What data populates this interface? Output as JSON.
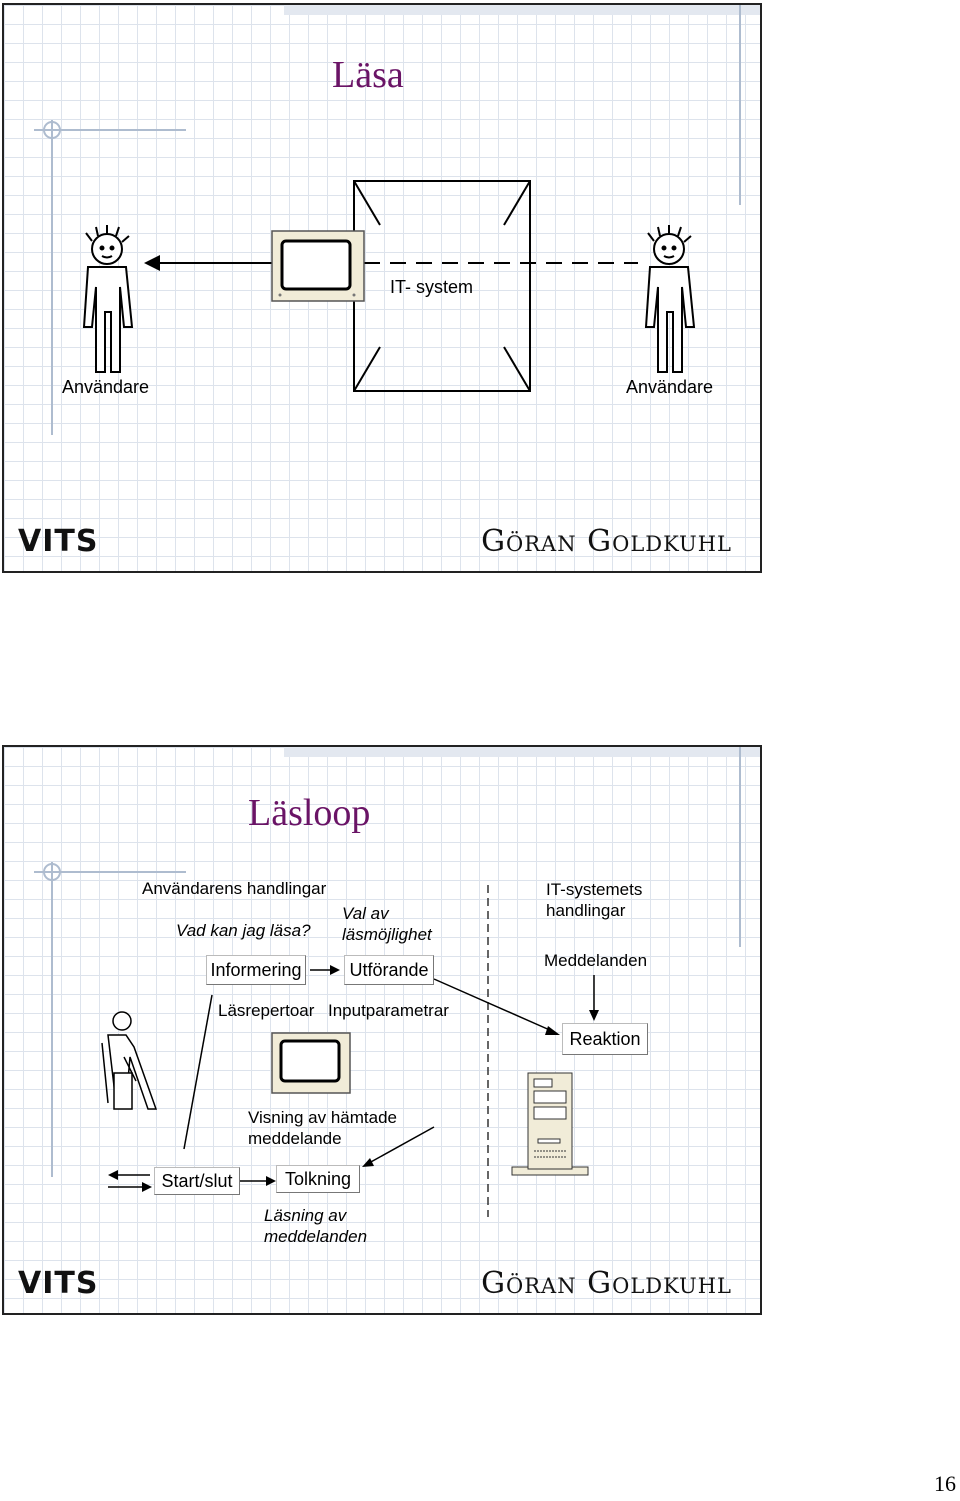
{
  "slide1": {
    "title": "Läsa",
    "left_user_label": "Användare",
    "right_user_label": "Användare",
    "system_label": "IT- system",
    "footer_left": "VITS",
    "footer_right": "Göran Goldkuhl"
  },
  "slide2": {
    "title": "Läsloop",
    "user_actions_heading": "Användarens handlingar",
    "question": "Vad kan jag läsa?",
    "choice_label": "Val av\nläsmöjlighet",
    "informing": "Informering",
    "execution": "Utförande",
    "reading_repertoire": "Läsrepertoar",
    "input_parameters": "Inputparametrar",
    "display_label": "Visning av hämtade\nmeddelande",
    "start_end": "Start/slut",
    "interpretation": "Tolkning",
    "reading_label": "Läsning av\nmeddelanden",
    "system_actions_heading": "IT-systemets\nhandlingar",
    "messages": "Meddelanden",
    "reaction": "Reaktion",
    "footer_left": "VITS",
    "footer_right": "Göran Goldkuhl"
  },
  "page_number": "16"
}
